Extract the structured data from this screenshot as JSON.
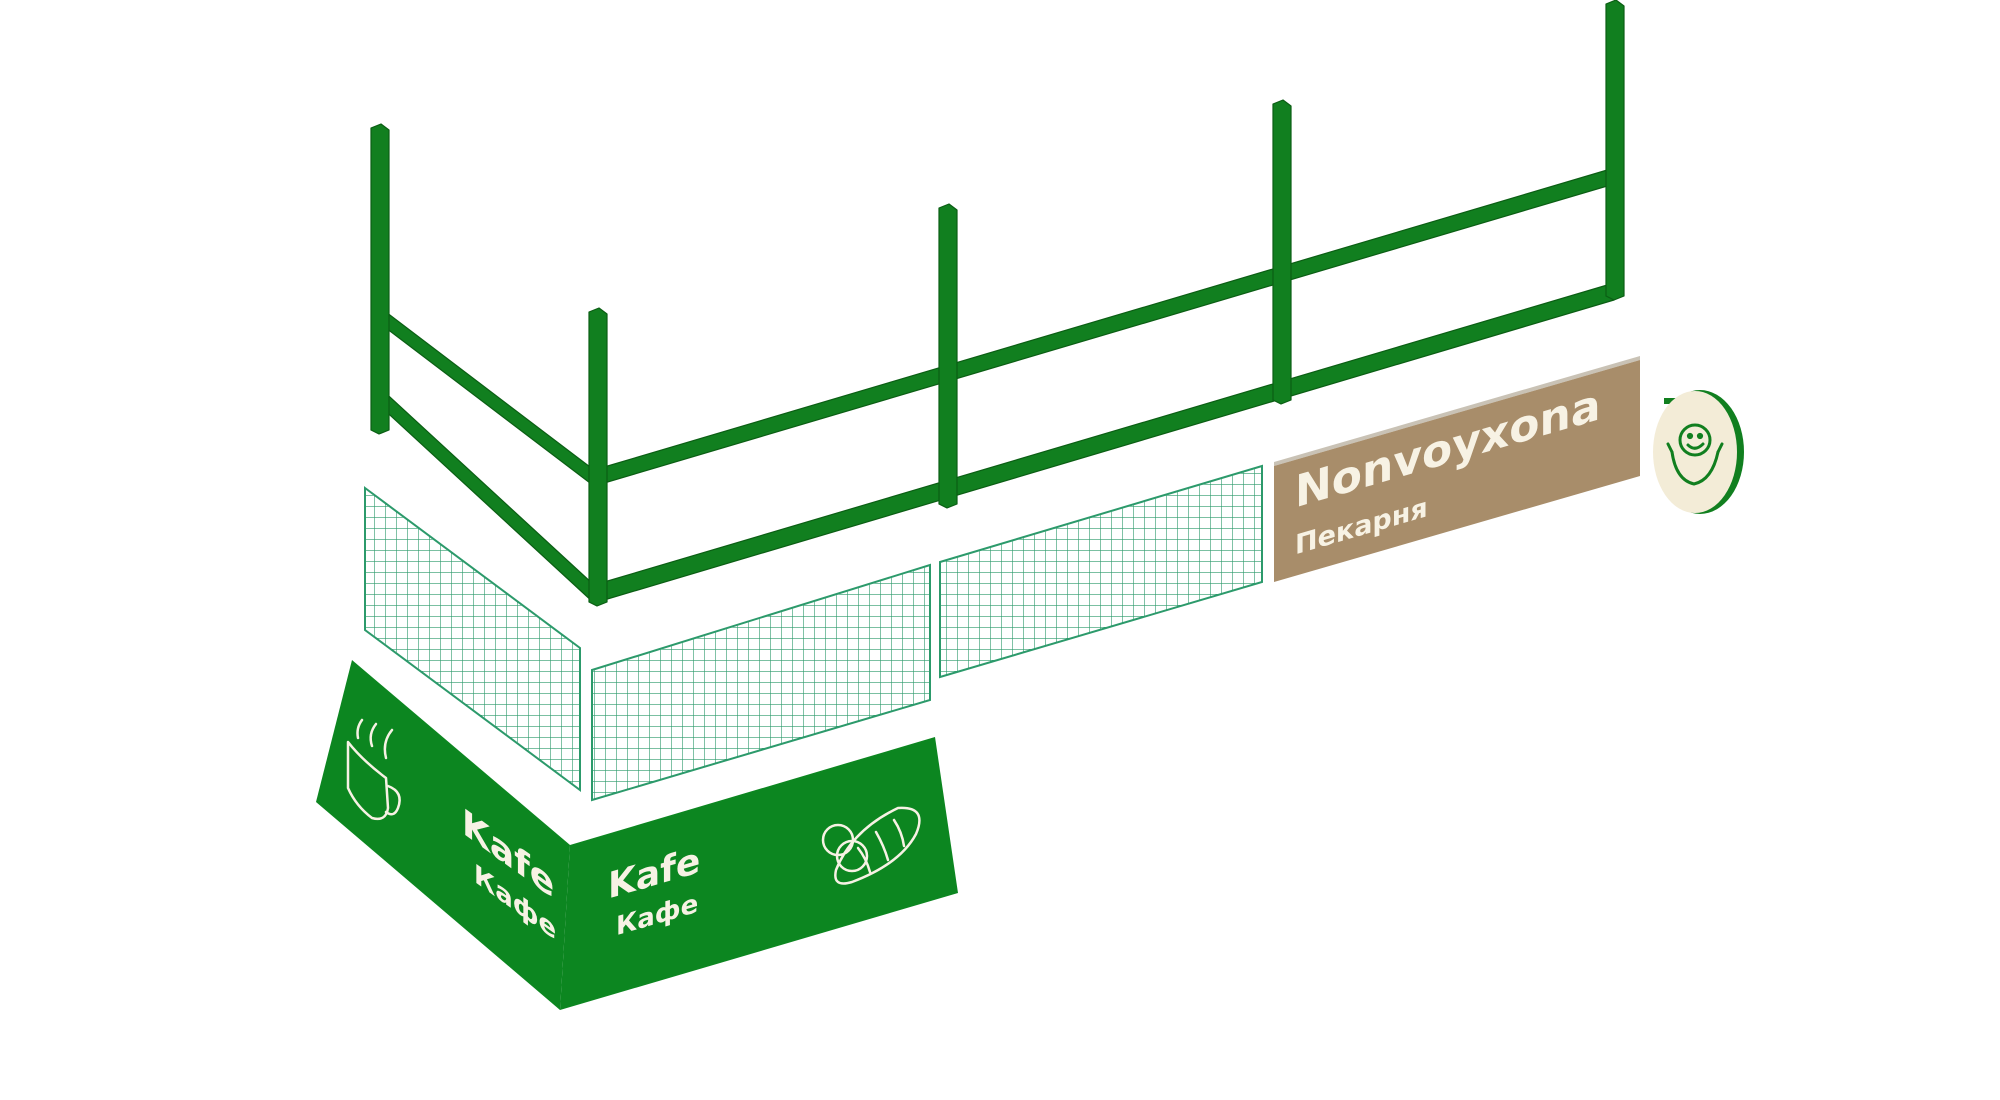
{
  "colors": {
    "frame": "#117f1f",
    "frame_edge": "#0b5e14",
    "sign_green": "#0c8620",
    "sign_brown": "#a88d6a",
    "mesh": "#2c9a6b",
    "sign_text": "#f7f2e4",
    "badge_face": "#f3ecd7"
  },
  "signs": {
    "bakery": {
      "title": "Nonvoyxona",
      "subtitle": "Пекарня"
    },
    "cafe_left": {
      "title": "Kafe",
      "subtitle": "Кафе",
      "icon": "coffee-cup-icon"
    },
    "cafe_right": {
      "title": "Kafe",
      "subtitle": "Кафе",
      "icon": "bread-icon"
    },
    "badge": {
      "icon": "hands-smile-icon"
    }
  }
}
